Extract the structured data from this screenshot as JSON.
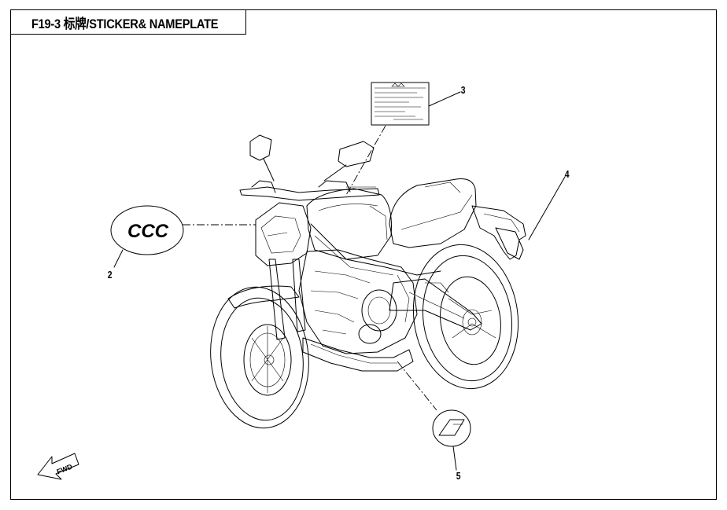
{
  "title": "F19-3 标牌/STICKER& NAMEPLATE",
  "callouts": [
    {
      "number": "2",
      "part": "ccc-sticker"
    },
    {
      "number": "3",
      "part": "warning-label"
    },
    {
      "number": "4",
      "part": "rear-nameplate"
    },
    {
      "number": "5",
      "part": "frame-sticker"
    }
  ],
  "ccc_badge_text": "CCC",
  "fwd_text": "FWD"
}
